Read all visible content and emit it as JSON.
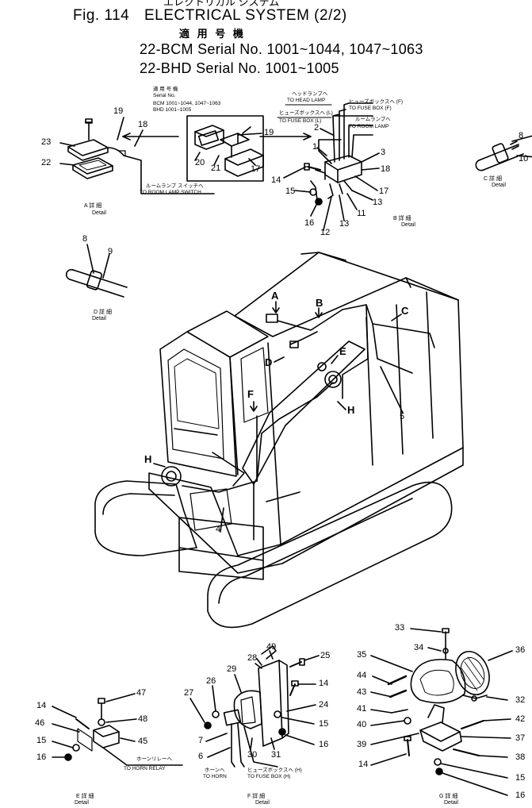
{
  "header": {
    "japanese_title": "エレクトリカル システム",
    "fig_label": "Fig. 114",
    "title": "ELECTRICAL SYSTEM (2/2)",
    "applicable_jp": "適 用 号 機",
    "serial_line1": "22-BCM Serial No. 1001~1044, 1047~1063",
    "serial_line2": "22-BHD Serial No. 1001~1005"
  },
  "detail_a": {
    "serial_jp": "適 用 号 機",
    "serial_label": "Serial No.",
    "bcm": "BCM 1001~1044, 1047~1063",
    "bhd": "BHD 1001~1005",
    "wire_jp": "ルームランプ スイッチへ",
    "wire_to": "TO ROOM LAMP SWITCH",
    "caption_jp": "A 詳 細",
    "caption": "Detail",
    "parts": [
      "19",
      "18",
      "23",
      "22",
      "19",
      "20",
      "21",
      "17"
    ]
  },
  "detail_b": {
    "head_jp": "ヘッドランプへ",
    "head_to": "TO HEAD LAMP",
    "fuse_l_jp": "ヒューズボックスへ (L)",
    "fuse_l_to": "TO FUSE BOX (L)",
    "fuse_f_jp": "ヒューズボックスへ (F)",
    "fuse_f_to": "TO FUSE BOX (F)",
    "room_jp": "ルームランプへ",
    "room_to": "TO ROOM LAMP",
    "caption_jp": "B 詳 細",
    "caption": "Detail",
    "parts": [
      "2",
      "1",
      "3",
      "18",
      "17",
      "13",
      "11",
      "13",
      "12",
      "14",
      "15",
      "16"
    ]
  },
  "detail_c": {
    "caption_jp": "C 詳 細",
    "caption": "Detail",
    "parts": [
      "8",
      "10"
    ]
  },
  "detail_d": {
    "caption_jp": "D 詳 細",
    "caption": "Detail",
    "parts": [
      "8",
      "9"
    ]
  },
  "main_view": {
    "callouts": [
      "A",
      "B",
      "C",
      "D",
      "E",
      "F",
      "H",
      "H"
    ],
    "parts": [
      "5",
      "4"
    ]
  },
  "detail_e": {
    "wire_jp": "ホーンリレーへ",
    "wire_to": "TO HORN RELAY",
    "caption_jp": "E 詳 細",
    "caption": "Detail",
    "parts": [
      "47",
      "48",
      "45",
      "14",
      "46",
      "15",
      "16"
    ]
  },
  "detail_f": {
    "horn_jp": "ホーンへ",
    "horn_to": "TO HORN",
    "fuse_jp": "ヒューズボックスへ (H)",
    "fuse_to": "TO FUSE BOX (H)",
    "caption_jp": "F 詳 細",
    "caption": "Detail",
    "parts": [
      "49",
      "28",
      "25",
      "29",
      "26",
      "27",
      "14",
      "24",
      "15",
      "16",
      "7",
      "6",
      "30",
      "31"
    ]
  },
  "detail_g": {
    "caption_jp": "G 詳 細",
    "caption": "Detail",
    "parts": [
      "33",
      "34",
      "35",
      "36",
      "44",
      "43",
      "32",
      "41",
      "40",
      "42",
      "37",
      "39",
      "38",
      "14",
      "15",
      "16"
    ]
  }
}
